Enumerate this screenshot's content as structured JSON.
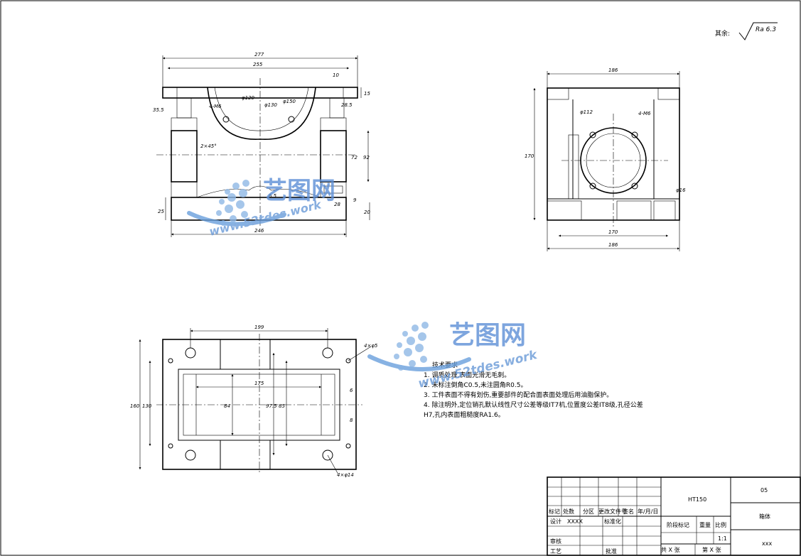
{
  "drawing": {
    "roughness_prefix": "其余:",
    "roughness_value": "Ra 6.3",
    "front_view": {
      "dims": [
        "277",
        "255",
        "10",
        "15",
        "35.5",
        "28.5",
        "72",
        "92",
        "9",
        "20",
        "25",
        "6.5",
        "246",
        "4-M6",
        "2×45°",
        "φ120",
        "φ130",
        "φ150",
        "28"
      ]
    },
    "side_view": {
      "dims": [
        "186",
        "170",
        "186",
        "170",
        "φ112",
        "4-M6",
        "φ16"
      ]
    },
    "top_view": {
      "dims": [
        "199",
        "160",
        "130",
        "175",
        "84",
        "97.5",
        "85",
        "6",
        "8",
        "4×φ5",
        "4×φ14"
      ]
    },
    "tech_notes": {
      "title": "技术要求",
      "items": [
        "1. 调质处理,表面光滑无毛刺。",
        "2. 未标注倒角C0.5,未注圆角R0.5。",
        "3. 工件表面不得有划伤,重要部件的配合面表面处理后用油脂保护。",
        "4. 除注明外,定位销孔默认线性尺寸公差等级IT7机,位置度公差IT8级,孔径公差",
        "H7,孔内表面粗糙度RA1.6。"
      ]
    }
  },
  "title_block": {
    "labels": {
      "mark": "标记",
      "count": "处数",
      "zone": "分区",
      "change_doc": "更改文件号",
      "sign": "签名",
      "date": "年/月/日",
      "design": "设计",
      "standardize": "标准化",
      "review": "审核",
      "process": "工艺",
      "approve": "批准",
      "stage_mark": "阶段标记",
      "weight": "重量",
      "scale": "比例",
      "total_sheets": "共 X 张",
      "sheet_no": "第 X 张"
    },
    "designer": "XXXX",
    "material": "HT150",
    "drawing_no": "05",
    "part_name": "箱体",
    "scale_value": "1:1",
    "company": "xxx"
  },
  "watermark": {
    "logo_text": "艺图网",
    "url_text": "www.52tdes.work"
  }
}
